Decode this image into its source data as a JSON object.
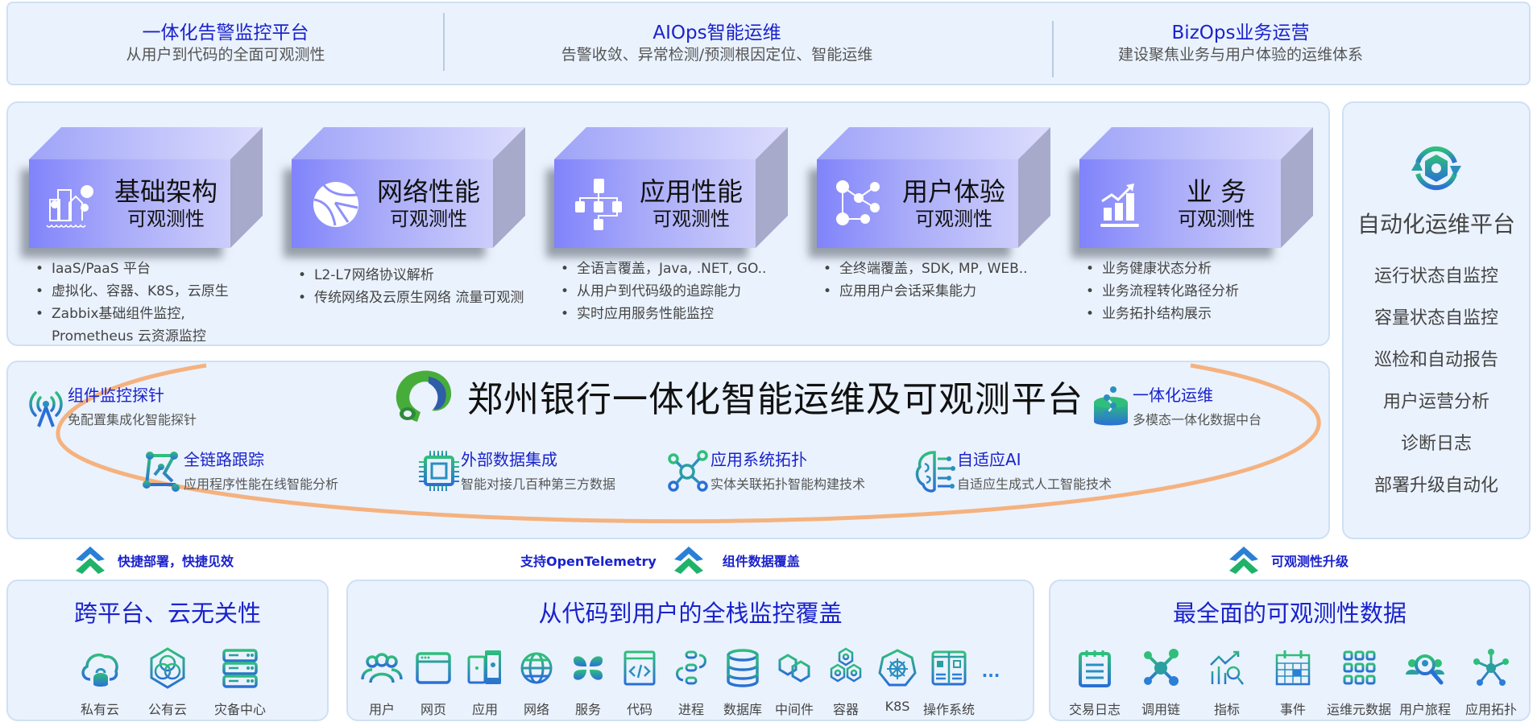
{
  "header": {
    "columns": [
      {
        "title": "一体化告警监控平台",
        "subtitle": "从用户到代码的全面可观测性"
      },
      {
        "title": "AIOps智能运维",
        "subtitle": "告警收敛、异常检测/预测根因定位、智能运维"
      },
      {
        "title": "BizOps业务运营",
        "subtitle": "建设聚焦业务与用户体验的运维体系"
      }
    ]
  },
  "observability": {
    "blocks": [
      {
        "icon": "city-buildings-icon",
        "title": "基础架构",
        "subtitle": "可观测性",
        "bullets": [
          "IaaS/PaaS 平台",
          "虚拟化、容器、K8S，云原生",
          "Zabbix基础组件监控, Prometheus 云资源监控"
        ]
      },
      {
        "icon": "globe-network-icon",
        "title": "网络性能",
        "subtitle": "可观测性",
        "bullets": [
          "L2-L7网络协议解析",
          "传统网络及云原生网络 流量可观测"
        ]
      },
      {
        "icon": "flowchart-icon",
        "title": "应用性能",
        "subtitle": "可观测性",
        "bullets": [
          "全语言覆盖，Java, .NET, GO..",
          "从用户到代码级的追踪能力",
          "实时应用服务性能监控"
        ]
      },
      {
        "icon": "user-network-icon",
        "title": "用户体验",
        "subtitle": "可观测性",
        "bullets": [
          "全终端覆盖，SDK, MP, WEB..",
          "应用用户会话采集能力"
        ]
      },
      {
        "icon": "growth-chart-icon",
        "title": "业 务",
        "subtitle": "可观测性",
        "bullets": [
          "业务健康状态分析",
          "业务流程转化路径分析",
          "业务拓扑结构展示"
        ]
      }
    ]
  },
  "automation": {
    "title": "自动化运维平台",
    "icon": "auto-ops-cycle-icon",
    "items": [
      "运行状态自监控",
      "容量状态自监控",
      "巡检和自动报告",
      "用户运营分析",
      "诊断日志",
      "部署升级自动化"
    ]
  },
  "core": {
    "title": "郑州银行一体化智能运维及可观测平台",
    "logo": "zhengzhou-bank-logo",
    "orbit_color": "#f5b27f",
    "features": [
      {
        "icon": "antenna-probe-icon",
        "title": "组件监控探针",
        "desc": "免配置集成化智能探针"
      },
      {
        "icon": "database-ops-icon",
        "title": "一体化运维",
        "desc": "多模态一体化数据中台"
      },
      {
        "icon": "trace-chain-icon",
        "title": "全链路跟踪",
        "desc": "应用程序性能在线智能分析"
      },
      {
        "icon": "chip-icon",
        "title": "外部数据集成",
        "desc": "智能对接几百种第三方数据"
      },
      {
        "icon": "topology-icon",
        "title": "应用系统拓扑",
        "desc": "实体关联拓扑智能构建技术"
      },
      {
        "icon": "ai-brain-icon",
        "title": "自适应AI",
        "desc": "自适应生成式人工智能技术"
      }
    ]
  },
  "arrows": {
    "left": "快捷部署，快捷见效",
    "middle_pre": "支持OpenTelemetry",
    "middle": "组件数据覆盖",
    "right": "可观测性升级"
  },
  "bottom": {
    "panels": [
      {
        "title": "跨平台、云无关性",
        "items": [
          {
            "label": "私有云",
            "icon": "private-cloud-icon"
          },
          {
            "label": "公有云",
            "icon": "public-cloud-icon"
          },
          {
            "label": "灾备中心",
            "icon": "server-rack-icon"
          }
        ]
      },
      {
        "title": "从代码到用户的全栈监控覆盖",
        "items": [
          {
            "label": "用户",
            "icon": "users-icon"
          },
          {
            "label": "网页",
            "icon": "browser-icon"
          },
          {
            "label": "应用",
            "icon": "mobile-app-icon"
          },
          {
            "label": "网络",
            "icon": "globe-icon"
          },
          {
            "label": "服务",
            "icon": "service-icon"
          },
          {
            "label": "代码",
            "icon": "code-icon"
          },
          {
            "label": "进程",
            "icon": "process-icon"
          },
          {
            "label": "数据库",
            "icon": "database-icon"
          },
          {
            "label": "中间件",
            "icon": "middleware-icon"
          },
          {
            "label": "容器",
            "icon": "container-icon"
          },
          {
            "label": "K8S",
            "icon": "kubernetes-icon"
          },
          {
            "label": "操作系统",
            "icon": "os-icon"
          }
        ],
        "more": "..."
      },
      {
        "title": "最全面的可观测性数据",
        "items": [
          {
            "label": "交易日志",
            "icon": "log-icon"
          },
          {
            "label": "调用链",
            "icon": "call-chain-icon"
          },
          {
            "label": "指标",
            "icon": "metrics-icon"
          },
          {
            "label": "事件",
            "icon": "calendar-event-icon"
          },
          {
            "label": "运维元数据",
            "icon": "metadata-grid-icon"
          },
          {
            "label": "用户旅程",
            "icon": "user-journey-icon"
          },
          {
            "label": "应用拓扑",
            "icon": "app-topology-icon"
          }
        ]
      }
    ]
  },
  "colors": {
    "accent_blue": "#1a22cc",
    "panel_bg": "#eaf2fd",
    "panel_border": "#cfe0f4",
    "icon_green": "#2ab57d",
    "icon_blue": "#2a6fd6",
    "orbit": "#f5b27f"
  }
}
